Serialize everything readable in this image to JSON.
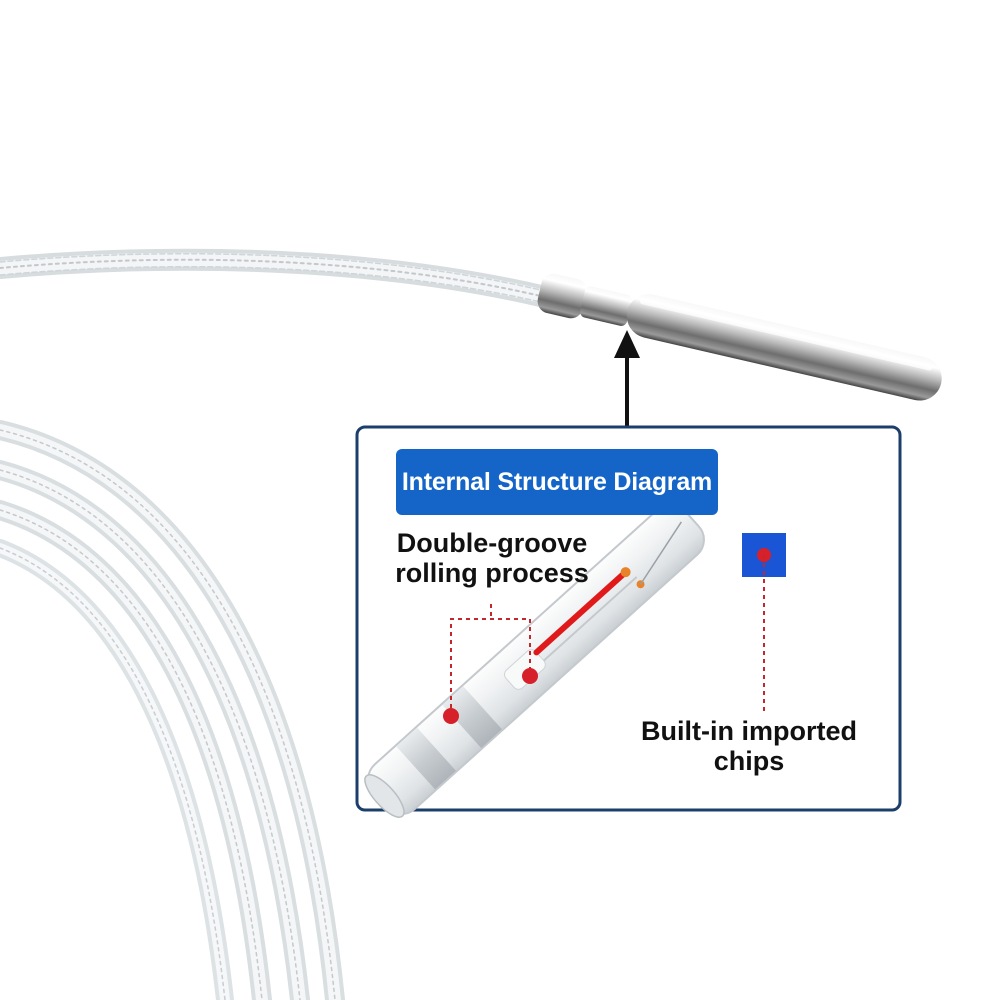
{
  "diagram": {
    "title": "Internal Structure Diagram",
    "callouts": [
      {
        "id": "groove",
        "text": "Double-groove\nrolling process"
      },
      {
        "id": "chips",
        "text": "Built-in imported\nchips"
      }
    ]
  },
  "colors": {
    "panel_border": "#1b3e6b",
    "title_bg": "#1565c8",
    "title_text": "#ffffff",
    "marker": "#d6202a",
    "leader": "#c0282c",
    "arrow": "#111111",
    "chip": "#1a55d6",
    "cable": "#e8ecef"
  }
}
